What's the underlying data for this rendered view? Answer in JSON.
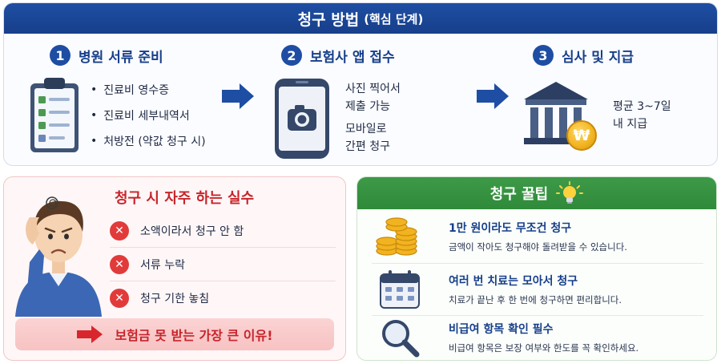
{
  "header": {
    "title": "청구 방법",
    "subtitle": "(핵심 단계)"
  },
  "steps": [
    {
      "number": "1",
      "title": "병원 서류 준비",
      "items": [
        "진료비 영수증",
        "진료비 세부내역서",
        "처방전 (약값 청구 시)"
      ]
    },
    {
      "number": "2",
      "title": "보험사 앱 접수",
      "lines_a": [
        "사진 찍어서",
        "제출 가능"
      ],
      "lines_b": [
        "모바일로",
        "간편 청구"
      ]
    },
    {
      "number": "3",
      "title": "심사 및 지급",
      "lines": [
        "평균 3~7일",
        "내 지급"
      ]
    }
  ],
  "mistakes": {
    "title": "청구 시 자주 하는 실수",
    "items": [
      "소액이라서 청구 안 함",
      "서류 누락",
      "청구 기한 놓침"
    ],
    "banner": "보험금 못 받는 가장 큰 이유!"
  },
  "tips": {
    "title": "청구 꿀팁",
    "items": [
      {
        "icon": "coins-icon",
        "head": "1만 원이라도 무조건 청구",
        "sub": "금액이 작아도 청구해야 돌려받을 수 있습니다."
      },
      {
        "icon": "calendar-icon",
        "head": "여러 번 치료는 모아서 청구",
        "sub": "치료가 끝난 후 한 번에 청구하면 편리합니다."
      },
      {
        "icon": "magnifier-icon",
        "head": "비급여 항목 확인 필수",
        "sub": "비급여 항목은 보장 여부와 한도를 꼭 확인하세요."
      }
    ]
  },
  "icons": {
    "coin_symbol": "₩",
    "x_symbol": "✕"
  },
  "colors": {
    "primary_blue": "#1e4ea3",
    "alert_red": "#e23a3a",
    "tip_green": "#3d9a47",
    "coin_gold": "#f2b320"
  }
}
